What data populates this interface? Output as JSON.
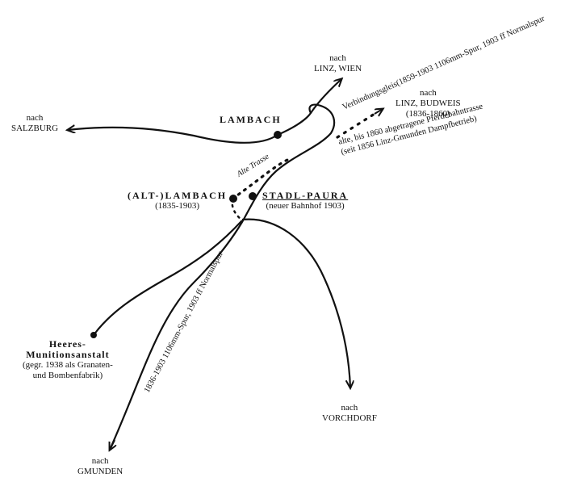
{
  "nach": "nach",
  "destinations": {
    "salzburg": "SALZBURG",
    "linz_wien": "LINZ, WIEN",
    "linz_budweis": "LINZ, BUDWEIS",
    "linz_budweis_years": "(1836-1860)",
    "vorchdorf": "VORCHDORF",
    "gmunden": "GMUNDEN"
  },
  "stations": {
    "lambach": "LAMBACH",
    "alt_lambach": "(ALT-)LAMBACH",
    "alt_lambach_years": "(1835-1903)",
    "stadl_paura": "STADL-PAURA",
    "stadl_paura_note": "(neuer Bahnhof 1903)"
  },
  "heeres": {
    "line1": "Heeres-",
    "line2": "Munitionsanstalt",
    "line3": "(gegr. 1938 als Granaten-",
    "line4": "und Bombenfabrik)"
  },
  "annotations": {
    "verbindungsgleis": "Verbindungsgleis(1859-1903 1106mm-Spur, 1903 ff Normalspur",
    "pferdebahn_line1": "alte, bis 1860 abgetragene Pferdebahntrasse",
    "pferdebahn_line2": "(seit 1856 Linz-Gmunden Dampfbetrieb)",
    "alte_trasse": "Alte Trasse",
    "gmunden_line": "1836-1903 1106mm-Spur, 1903 ff Normalspur"
  }
}
